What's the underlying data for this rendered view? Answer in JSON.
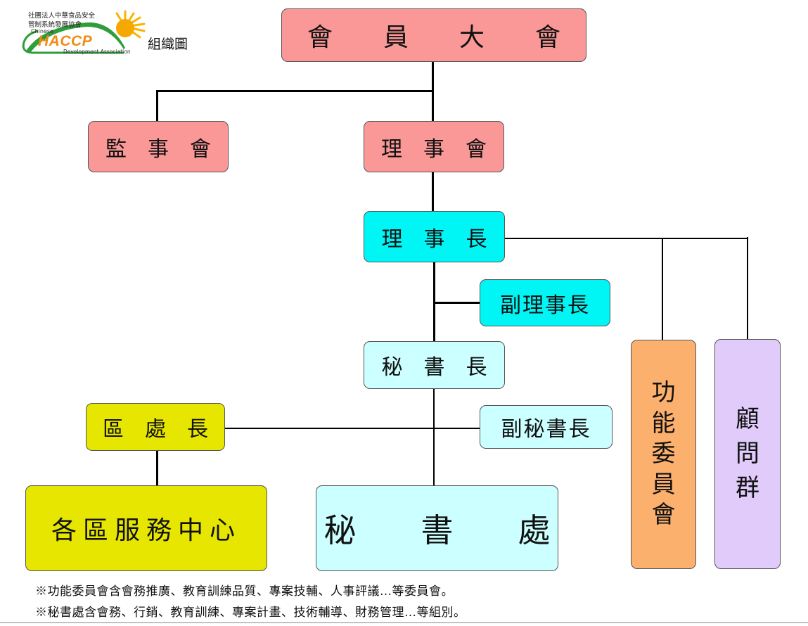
{
  "logo": {
    "org_line1": "社團法人中華食品安全",
    "org_line2": "管制系統發展協會",
    "chinese": "Chinese",
    "haccp": "HACCP",
    "development": "Development Association",
    "chart_label": "組織圖"
  },
  "nodes": {
    "general_assembly": "會　　員　　大　　會",
    "supervisors": "監　事　會",
    "board": "理　事　會",
    "chairman": "理　事　長",
    "vice_chairman": "副理事長",
    "secretary_general": "秘　書　長",
    "deputy_secretary_general": "副秘書長",
    "district_director": "區　處　長",
    "district_centers": "各區服務中心",
    "secretariat": "秘　　書　　處",
    "committees": "功\n能\n委\n員\n會",
    "advisors": "顧\n問\n群"
  },
  "colors": {
    "pink": "#fa9898",
    "cyan": "#00f5f5",
    "light_cyan": "#ccffff",
    "yellow": "#e6e600",
    "orange": "#fbb06e",
    "lavender": "#e0cbfb"
  },
  "notes": [
    "※功能委員會含會務推廣、教育訓練品質、專案技輔、人事評議…等委員會。",
    "※秘書處含會務、行銷、教育訓練、專案計畫、技術輔導、財務管理…等組別。"
  ]
}
